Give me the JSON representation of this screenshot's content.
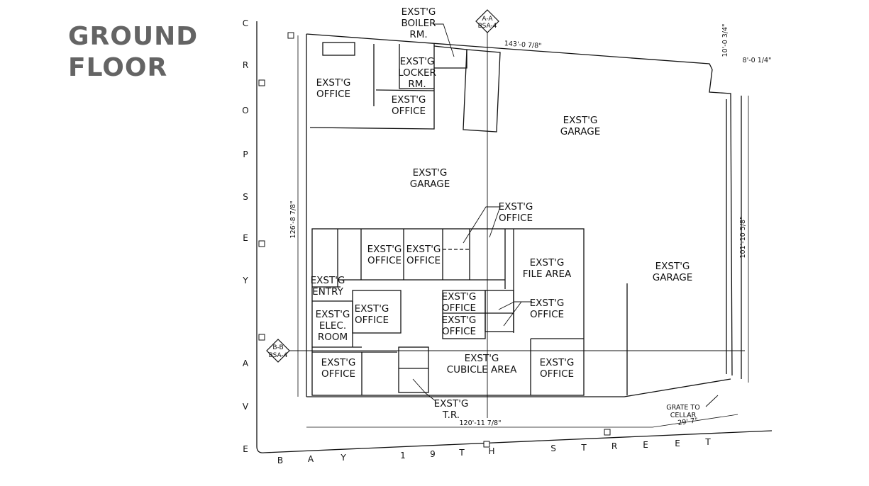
{
  "title": {
    "line1": "GROUND",
    "line2": "FLOOR"
  },
  "rooms": {
    "boiler": [
      "EXST'G",
      "BOILER",
      "RM."
    ],
    "locker": [
      "EXST'G",
      "LOCKER",
      "RM."
    ],
    "office_nw": [
      "EXST'G",
      "OFFICE"
    ],
    "office_north_mid": [
      "EXST'G",
      "OFFICE"
    ],
    "garage_ne": [
      "EXST'G",
      "GARAGE"
    ],
    "garage_center": [
      "EXST'G",
      "GARAGE"
    ],
    "office_callout": [
      "EXST'G",
      "OFFICE"
    ],
    "office_row_a": [
      "EXST'G",
      "OFFICE"
    ],
    "office_row_b": [
      "EXST'G",
      "OFFICE"
    ],
    "file_area": [
      "EXST'G",
      "FILE AREA"
    ],
    "garage_east": [
      "EXST'G",
      "GARAGE"
    ],
    "entry": [
      "EXST'G",
      "ENTRY"
    ],
    "office_mid_west": [
      "EXST'G",
      "OFFICE"
    ],
    "small_office_1": [
      "EXST'G",
      "OFFICE"
    ],
    "small_office_2": [
      "EXST'G",
      "OFFICE"
    ],
    "office_mid_east": [
      "EXST'G",
      "OFFICE"
    ],
    "elec_room": [
      "EXST'G",
      "ELEC.",
      "ROOM"
    ],
    "office_sw": [
      "EXST'G",
      "OFFICE"
    ],
    "cubicle": [
      "EXST'G",
      "CUBICLE AREA"
    ],
    "office_se": [
      "EXST'G",
      "OFFICE"
    ],
    "toilet": [
      "EXST'G",
      "T.R."
    ]
  },
  "dimensions": {
    "north": "143'-0 7/8\"",
    "west": "126'-8 7/8\"",
    "east": "101'-10 5/8\"",
    "south": "120'-11 7/8\"",
    "northeast_vertical": "10'-0 3/4\"",
    "northeast_horizontal": "8'-0 1/4\"",
    "southeast": "29'-7\""
  },
  "section_marks": {
    "aa_top": "A-A",
    "aa_bottom": "BSA-4",
    "bb_top": "B-B",
    "bb_bottom": "BSA-4"
  },
  "notes": {
    "grate": [
      "GRATE TO",
      "CELLAR"
    ]
  },
  "streets": {
    "west": [
      "C",
      "R",
      "O",
      "P",
      "S",
      "E",
      "Y",
      "A",
      "V",
      "E"
    ],
    "south": [
      "B",
      "A",
      "Y",
      "1",
      "9",
      "T",
      "H",
      "S",
      "T",
      "R",
      "E",
      "E",
      "T"
    ]
  }
}
